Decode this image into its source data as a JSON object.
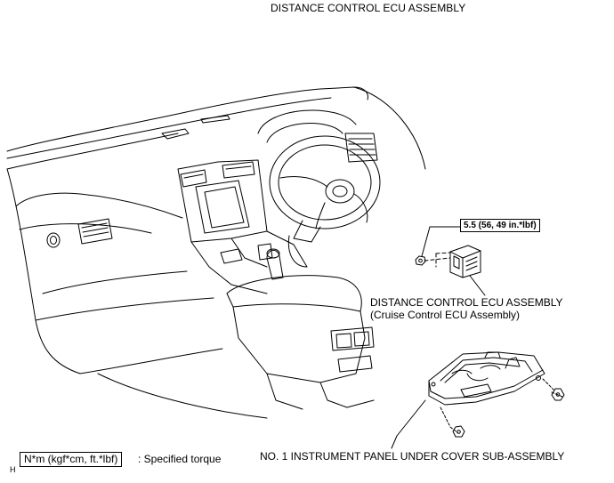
{
  "title": "DISTANCE  CONTROL ECU ASSEMBLY",
  "callouts": {
    "torque": "5.5 (56, 49 in.*lbf)",
    "ecu_assembly": "DISTANCE CONTROL ECU ASSEMBLY",
    "ecu_assembly_sub": "(Cruise Control ECU Assembly)",
    "under_cover": "NO. 1 INSTRUMENT PANEL UNDER COVER SUB-ASSEMBLY"
  },
  "legend": {
    "box": "N*m (kgf*cm, ft.*lbf)",
    "text": ": Specified torque"
  },
  "figure_code": "H"
}
